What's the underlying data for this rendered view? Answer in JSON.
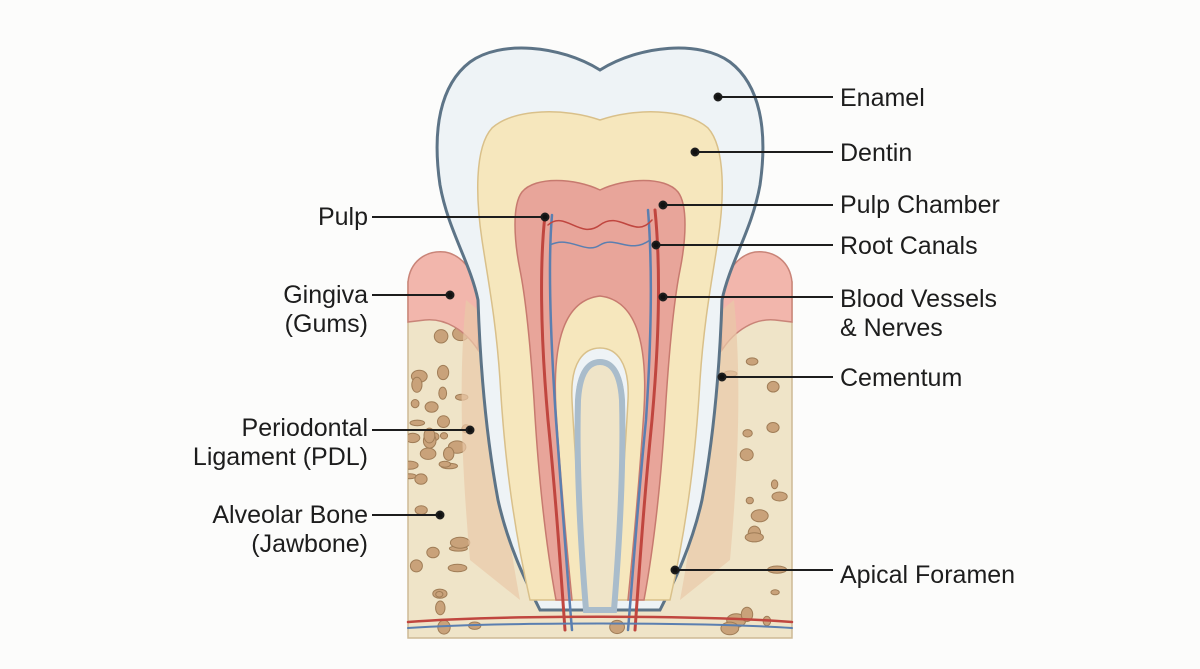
{
  "diagram": {
    "labels_left": {
      "pulp": "Pulp",
      "gingiva_line1": "Gingiva",
      "gingiva_line2": "(Gums)",
      "pdl_line1": "Periodontal",
      "pdl_line2": "Ligament (PDL)",
      "bone_line1": "Alveolar Bone",
      "bone_line2": "(Jawbone)"
    },
    "labels_right": {
      "enamel": "Enamel",
      "dentin": "Dentin",
      "pulp_chamber": "Pulp Chamber",
      "root_canals": "Root Canals",
      "vessels_line1": "Blood Vessels",
      "vessels_line2": "& Nerves",
      "cementum": "Cementum",
      "apical_foramen": "Apical Foramen"
    },
    "colors": {
      "enamel": "#eef3f6",
      "enamel_outline": "#5d7487",
      "dentin": "#f6e7bd",
      "pulp": "#e8a59a",
      "gum": "#f2b6ac",
      "bone": "#efe4c8",
      "bone_pore": "#c9a27a",
      "vessel_red": "#c0463f",
      "vessel_blue": "#5b7fb0",
      "cementum": "#a9bccb"
    }
  }
}
